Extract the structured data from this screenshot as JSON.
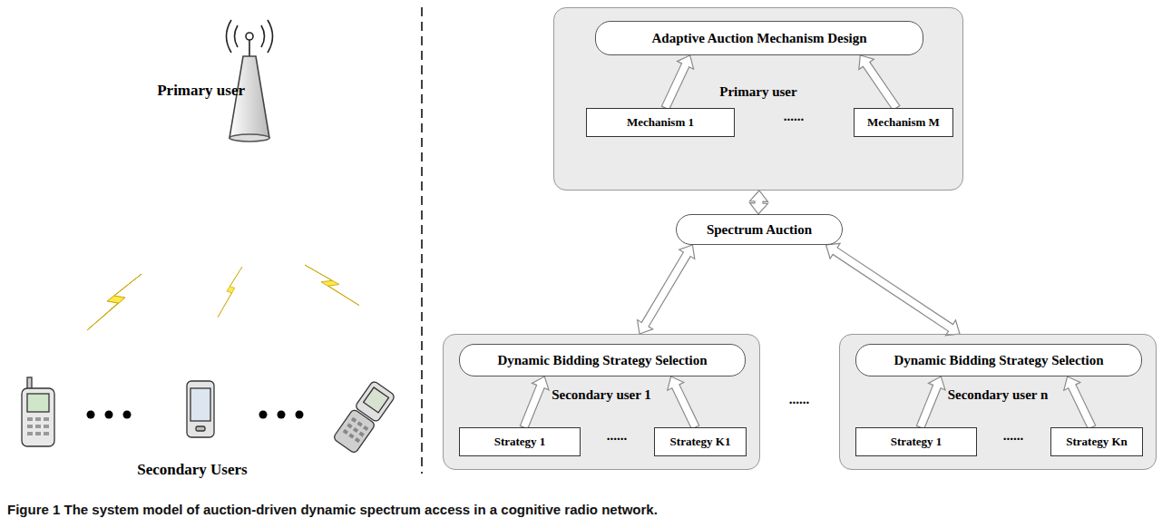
{
  "diagram": {
    "caption": "Figure 1 The system model of auction-driven dynamic spectrum access in a cognitive radio network.",
    "nodes": [
      {
        "text": [
          "Primary user"
        ]
      },
      {
        "text": [
          "Adaptive Auction Mechanism Design"
        ],
        "in": 0
      },
      {
        "text": [
          "Mechanism 1"
        ],
        "in": 0
      },
      {
        "text": [
          "Mechanism M"
        ],
        "in": 0
      },
      {
        "text": [
          "Spectrum Auction"
        ]
      },
      {
        "text": [
          "Secondary user 1"
        ]
      },
      {
        "text": [
          "Dynamic Bidding Strategy Selection"
        ],
        "in": 5
      },
      {
        "text": [
          "Strategy 1"
        ],
        "in": 5
      },
      {
        "text": [
          "Strategy K1"
        ],
        "in": 5
      },
      {
        "text": [
          "Secondary user n"
        ]
      },
      {
        "text": [
          "Dynamic Bidding Strategy Selection"
        ],
        "in": 9
      },
      {
        "text": [
          "Strategy 1"
        ],
        "in": 9
      },
      {
        "text": [
          "Strategy Kn"
        ],
        "in": 9
      }
    ],
    "edges": [
      {
        "from": 2,
        "to": 1,
        "arrow": "to"
      },
      {
        "from": 3,
        "to": 1,
        "arrow": "to"
      },
      {
        "from": 0,
        "to": 4,
        "arrow": "both"
      },
      {
        "from": 4,
        "to": 5,
        "arrow": "both"
      },
      {
        "from": 4,
        "to": 9,
        "arrow": "both"
      },
      {
        "from": 7,
        "to": 6,
        "arrow": "to"
      },
      {
        "from": 8,
        "to": 6,
        "arrow": "to"
      },
      {
        "from": 11,
        "to": 10,
        "arrow": "to"
      },
      {
        "from": 12,
        "to": 10,
        "arrow": "to"
      }
    ],
    "labels": [
      "Primary user",
      "Secondary Users",
      "......",
      "......",
      "......",
      "......"
    ]
  }
}
